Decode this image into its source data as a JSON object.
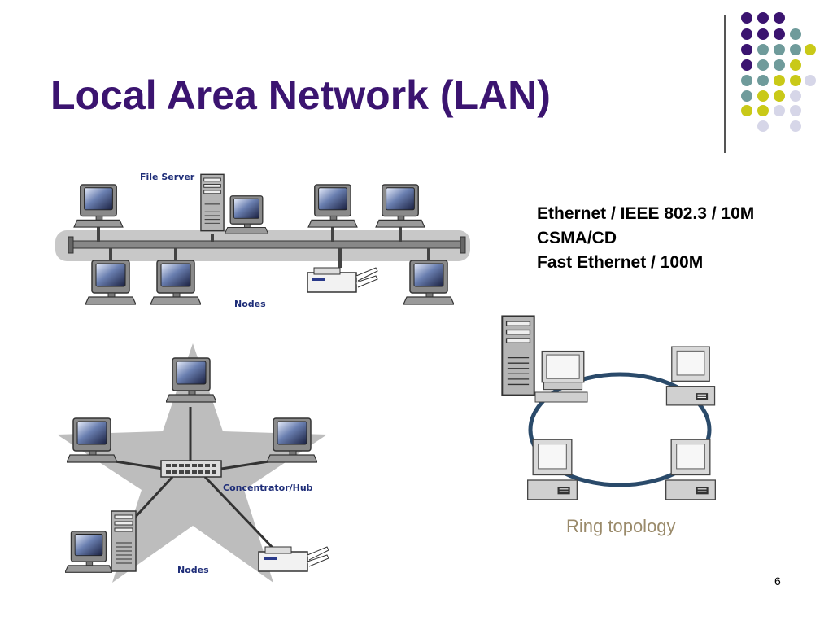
{
  "title": "Local Area Network (LAN)",
  "info_lines": [
    "Ethernet / IEEE 802.3 / 10M",
    "CSMA/CD",
    "Fast Ethernet / 100M"
  ],
  "bus_diagram": {
    "file_server_label": "File Server",
    "nodes_label": "Nodes"
  },
  "star_diagram": {
    "hub_label": "Concentrator/Hub",
    "nodes_label": "Nodes"
  },
  "ring_diagram": {
    "caption": "Ring topology"
  },
  "page_number": "6",
  "colors": {
    "title": "#3b1470",
    "purple": "#3b1470",
    "teal": "#6f9b9b",
    "yellow": "#c9c918",
    "lavender": "#d6d6e8"
  }
}
